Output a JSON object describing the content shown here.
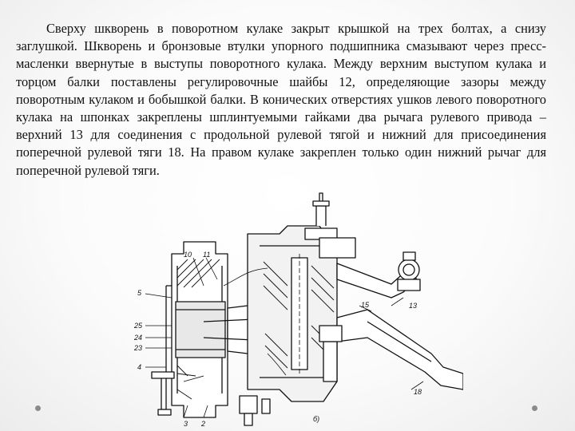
{
  "paragraph": "Сверху шкворень в поворотном кулаке закрыт крышкой на трех болтах, а снизу заглушкой. Шкворень и бронзовые втулки упорного подшипника смазывают через пресс-масленки ввернутые в выступы поворотного кулака. Между верхним выступом кулака и торцом балки поставлены регулировочные шайбы 12, определяющие зазоры между поворотным кулаком и бобышкой балки. В конических отверстиях ушков левого поворотного кулака на шпонках закреплены шплинтуемыми гайками два рычага рулевого привода – верхний 13 для соединения с продольной рулевой тягой и нижний для присоединения поперечной рулевой тяги 18. На правом кулаке закреплен только один нижний рычаг для поперечной рулевой тяги.",
  "figure": {
    "labels": {
      "l10": "10",
      "l11": "11",
      "l5": "5",
      "l25": "25",
      "l24": "24",
      "l23": "23",
      "l4": "4",
      "l15": "15",
      "l13": "13",
      "l18": "18",
      "l3": "3",
      "l2": "2",
      "l_b": "б)"
    }
  },
  "nav": {
    "prev_icon": "bullet-dot-icon",
    "next_icon": "bullet-dot-icon"
  }
}
